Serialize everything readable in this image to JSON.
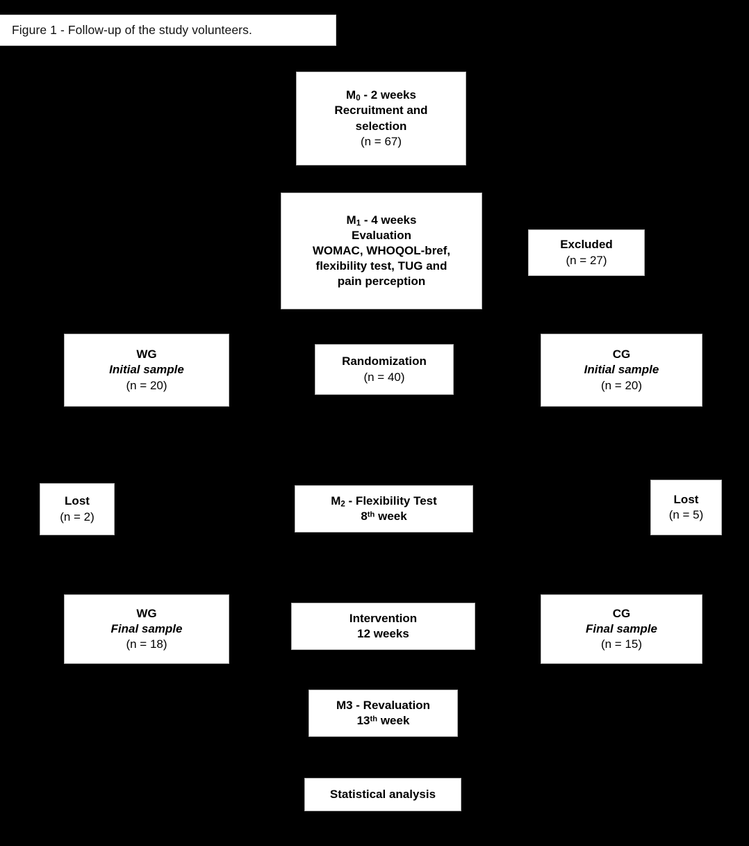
{
  "figure": {
    "caption": "Figure 1 - Follow-up of the study volunteers."
  },
  "flowchart": {
    "nodes": {
      "m0": {
        "line1_prefix": "M",
        "line1_sub": "0",
        "line1_suffix": " - 2 weeks",
        "line2": "Recruitment and",
        "line3": "selection",
        "line4": "(n = 67)"
      },
      "m1": {
        "line1_prefix": "M",
        "line1_sub": "1",
        "line1_suffix": " - 4 weeks",
        "line2": "Evaluation",
        "line3": "WOMAC, WHOQOL-bref,",
        "line4": "flexibility test, TUG and",
        "line5": "pain perception"
      },
      "excluded": {
        "line1": "Excluded",
        "line2": "(n = 27)"
      },
      "wg_initial": {
        "line1": "WG",
        "line2": "Initial sample",
        "line3": "(n = 20)"
      },
      "randomization": {
        "line1": "Randomization",
        "line2": "(n = 40)"
      },
      "cg_initial": {
        "line1": "CG",
        "line2": "Initial sample",
        "line3": "(n = 20)"
      },
      "lost_wg": {
        "line1": "Lost",
        "line2": "(n = 2)"
      },
      "m2": {
        "line1_prefix": "M",
        "line1_sub": "2",
        "line1_suffix": " - Flexibility Test",
        "line2_num": "8",
        "line2_sup": "th",
        "line2_suffix": " week"
      },
      "lost_cg": {
        "line1": "Lost",
        "line2": "(n = 5)"
      },
      "wg_final": {
        "line1": "WG",
        "line2": "Final sample",
        "line3": "(n = 18)"
      },
      "intervention": {
        "line1": "Intervention",
        "line2": "12 weeks"
      },
      "cg_final": {
        "line1": "CG",
        "line2": "Final sample",
        "line3": "(n = 15)"
      },
      "m3": {
        "line1": "M3 - Revaluation",
        "line2_num": "13",
        "line2_sup": "th",
        "line2_suffix": " week"
      },
      "statistical_analysis": {
        "line1": "Statistical analysis"
      }
    }
  },
  "colors": {
    "background": "#000000",
    "box_fill": "#ffffff",
    "box_border": "#b0b0b0",
    "text": "#000000"
  }
}
